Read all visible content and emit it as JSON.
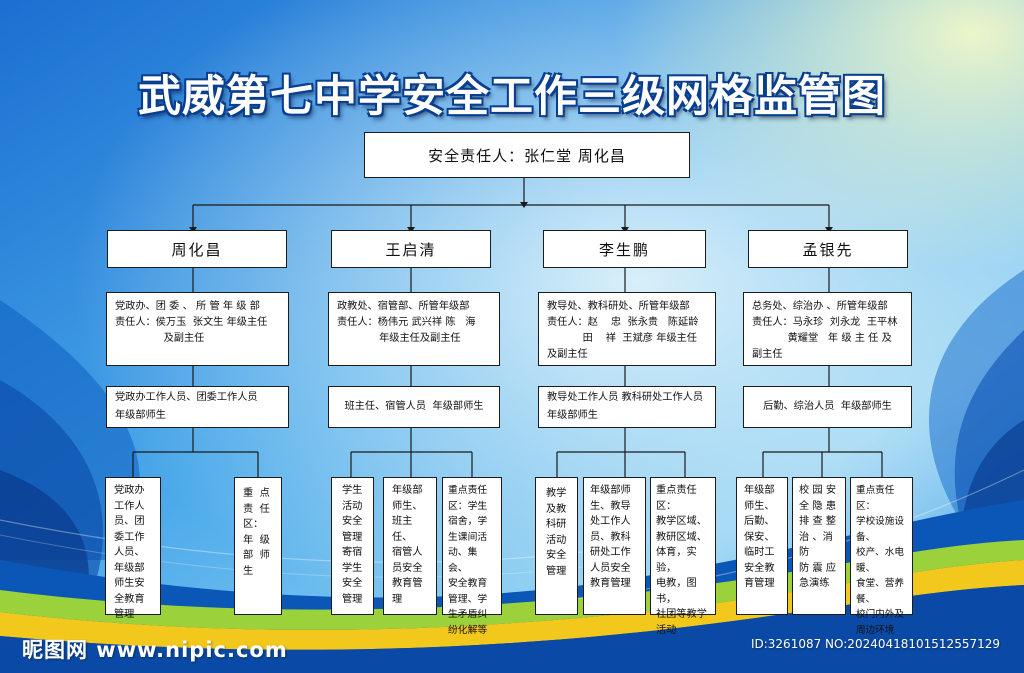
{
  "title": "武威第七中学安全工作三级网格监管图",
  "top": {
    "text": "安全责任人：张仁堂 周化昌"
  },
  "columns": [
    {
      "name": "周化昌",
      "managers": "党政办、团 委 、 所 管 年 级 部\n责任人：侯万玉  张文生 年级主任\n               及副主任",
      "staff": "党政办工作人员、团委工作人员\n年级部师生",
      "leaves": [
        "党政办\n工作人\n员、团\n委工作\n人员、\n年级部\n师生安\n全教育\n管理",
        "重  点\n责  任\n区：\n年  级\n部  师\n生"
      ]
    },
    {
      "name": "王启清",
      "managers": "政教处、宿管部、所管年级部\n责任人：杨伟元 武兴祥 陈   海\n             年级主任及副主任",
      "staff": "班主任、宿管人员  年级部师生",
      "leaves": [
        "学生\n活动\n安全\n管理\n寄宿\n学生\n安全\n管理",
        "年级部\n师生、\n班主任、\n宿管人\n员安全\n教育管\n理",
        "重点责任\n区：学生\n宿舍，学\n生课间活\n动、集会、\n安全教育\n管理、学\n生矛盾纠\n纷化解等"
      ]
    },
    {
      "name": "李生鹏",
      "managers": "教导处、教科研处、所管年级部\n责任人：赵    忠  张永贵   陈延龄\n           田    祥  王斌彦 年级主任\n及副主任",
      "staff": "教导处工作人员 教科研处工作人员\n年级部师生",
      "leaves": [
        "教学\n及教\n科研\n活动\n安全\n管理",
        "年级部师\n生、教导\n处工作人\n员、教科\n研处工作\n人员安全\n教育管理",
        "重点责任区：\n教学区域、\n教研区域、\n体育，实验，\n电教，图书，\n社团等教学\n活动"
      ]
    },
    {
      "name": "孟银先",
      "managers": "总务处、综治办 、所管年级部\n责任人：马永珍  刘永龙  王平林\n           黄耀堂   年 级 主 任 及\n副主任",
      "staff": "后勤、综治人员  年级部师生",
      "leaves": [
        "年级部\n师生、\n后勤、\n保安、\n临时工\n安全教\n育管理",
        "校 园 安\n全 隐 患\n排 查 整\n治 、消 防\n防 震 应\n急演练",
        "重点责任区：\n学校设施设备、\n校产、水电暖、\n食堂、营养餐、\n校门内外及\n周边环境"
      ]
    }
  ],
  "watermark": {
    "left": "昵图网 www.nipic.com",
    "right": "ID:3261087 NO:20240418101512557129"
  },
  "colors": {
    "sky_top": "#1d78d6",
    "sky_mid": "#5fb6ef",
    "sky_light": "#bfe4f4",
    "wave_yellow": "#f2c81c",
    "wave_green": "#9bd13a",
    "wave_blue": "#0b55b7",
    "title_outline": "#0a3f8f"
  }
}
